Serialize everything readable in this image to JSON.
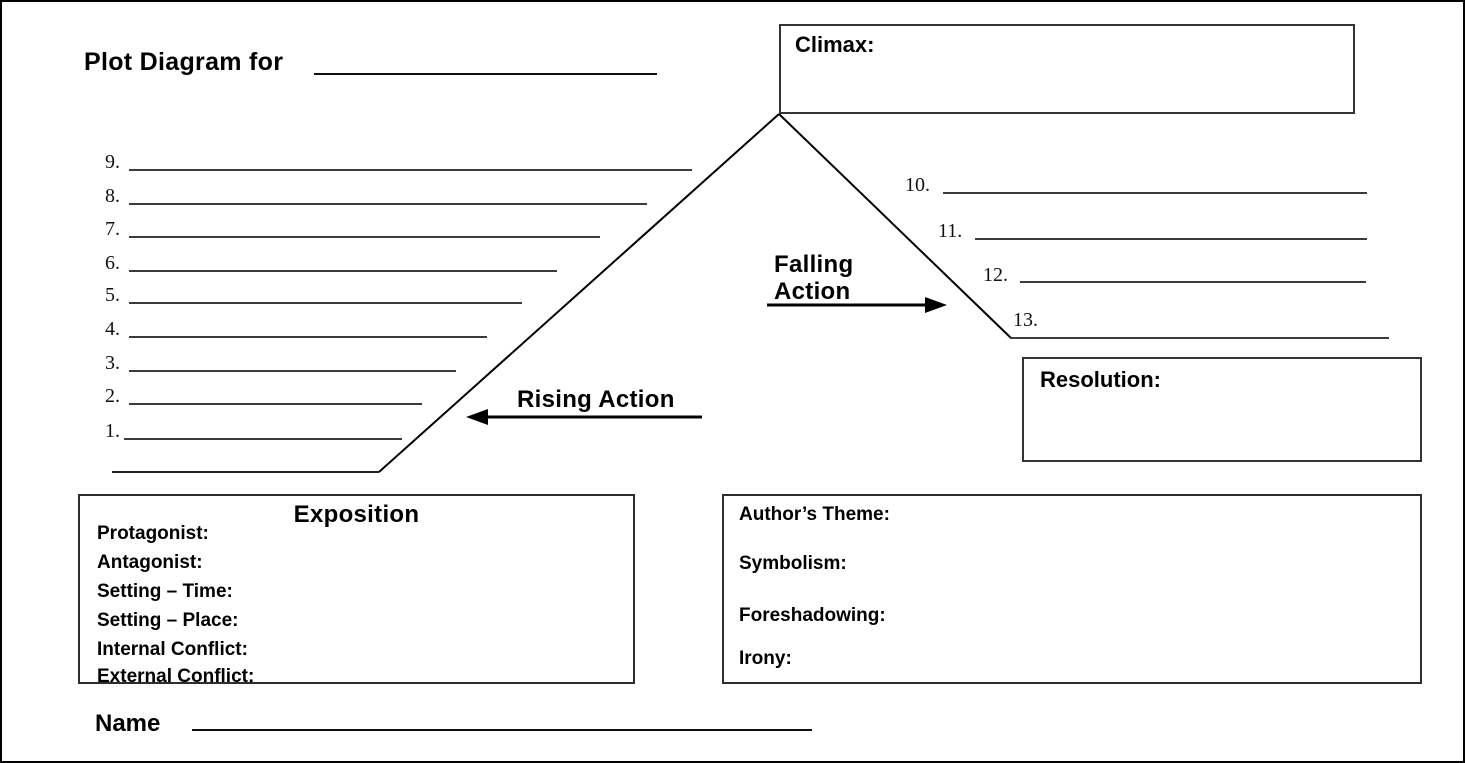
{
  "header": {
    "title": "Plot Diagram for"
  },
  "climax": {
    "label": "Climax:"
  },
  "resolution": {
    "label": "Resolution:"
  },
  "rising": {
    "label": "Rising Action",
    "lines": [
      {
        "n": "9."
      },
      {
        "n": "8."
      },
      {
        "n": "7."
      },
      {
        "n": "6."
      },
      {
        "n": "5."
      },
      {
        "n": "4."
      },
      {
        "n": "3."
      },
      {
        "n": "2."
      },
      {
        "n": "1."
      }
    ]
  },
  "falling": {
    "label": "Falling Action",
    "lines": [
      {
        "n": "10."
      },
      {
        "n": "11."
      },
      {
        "n": "12."
      },
      {
        "n": "13."
      }
    ]
  },
  "exposition": {
    "title": "Exposition",
    "fields": [
      "Protagonist:",
      "Antagonist:",
      "Setting – Time:",
      "Setting – Place:",
      "Internal Conflict:",
      "External Conflict:"
    ]
  },
  "literary": {
    "fields": [
      "Author’s Theme:",
      "Symbolism:",
      "Foreshadowing:",
      "Irony:"
    ]
  },
  "footer": {
    "name_label": "Name"
  },
  "colors": {
    "ink": "#000000",
    "line_gray": "#3c3c3c",
    "background": "#ffffff"
  }
}
